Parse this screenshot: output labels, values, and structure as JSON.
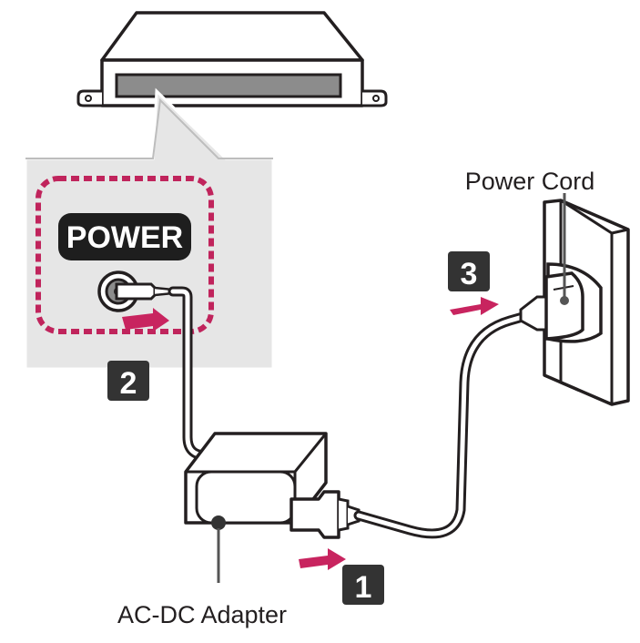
{
  "labels": {
    "power_cord": "Power Cord",
    "ac_dc_adapter": "AC-DC Adapter",
    "power_port": "POWER"
  },
  "steps": {
    "step1": "1",
    "step2": "2",
    "step3": "3"
  },
  "colors": {
    "outline": "#231f20",
    "panel_gray": "#e6e6e6",
    "arrow_magenta": "#c8245f",
    "dashed_magenta": "#c0245c",
    "badge_dark": "#333333",
    "slot_gray": "#8c8c8c"
  },
  "icons": {
    "device": "set-top-box-icon",
    "adapter": "power-adapter-icon",
    "outlet": "wall-outlet-icon"
  }
}
